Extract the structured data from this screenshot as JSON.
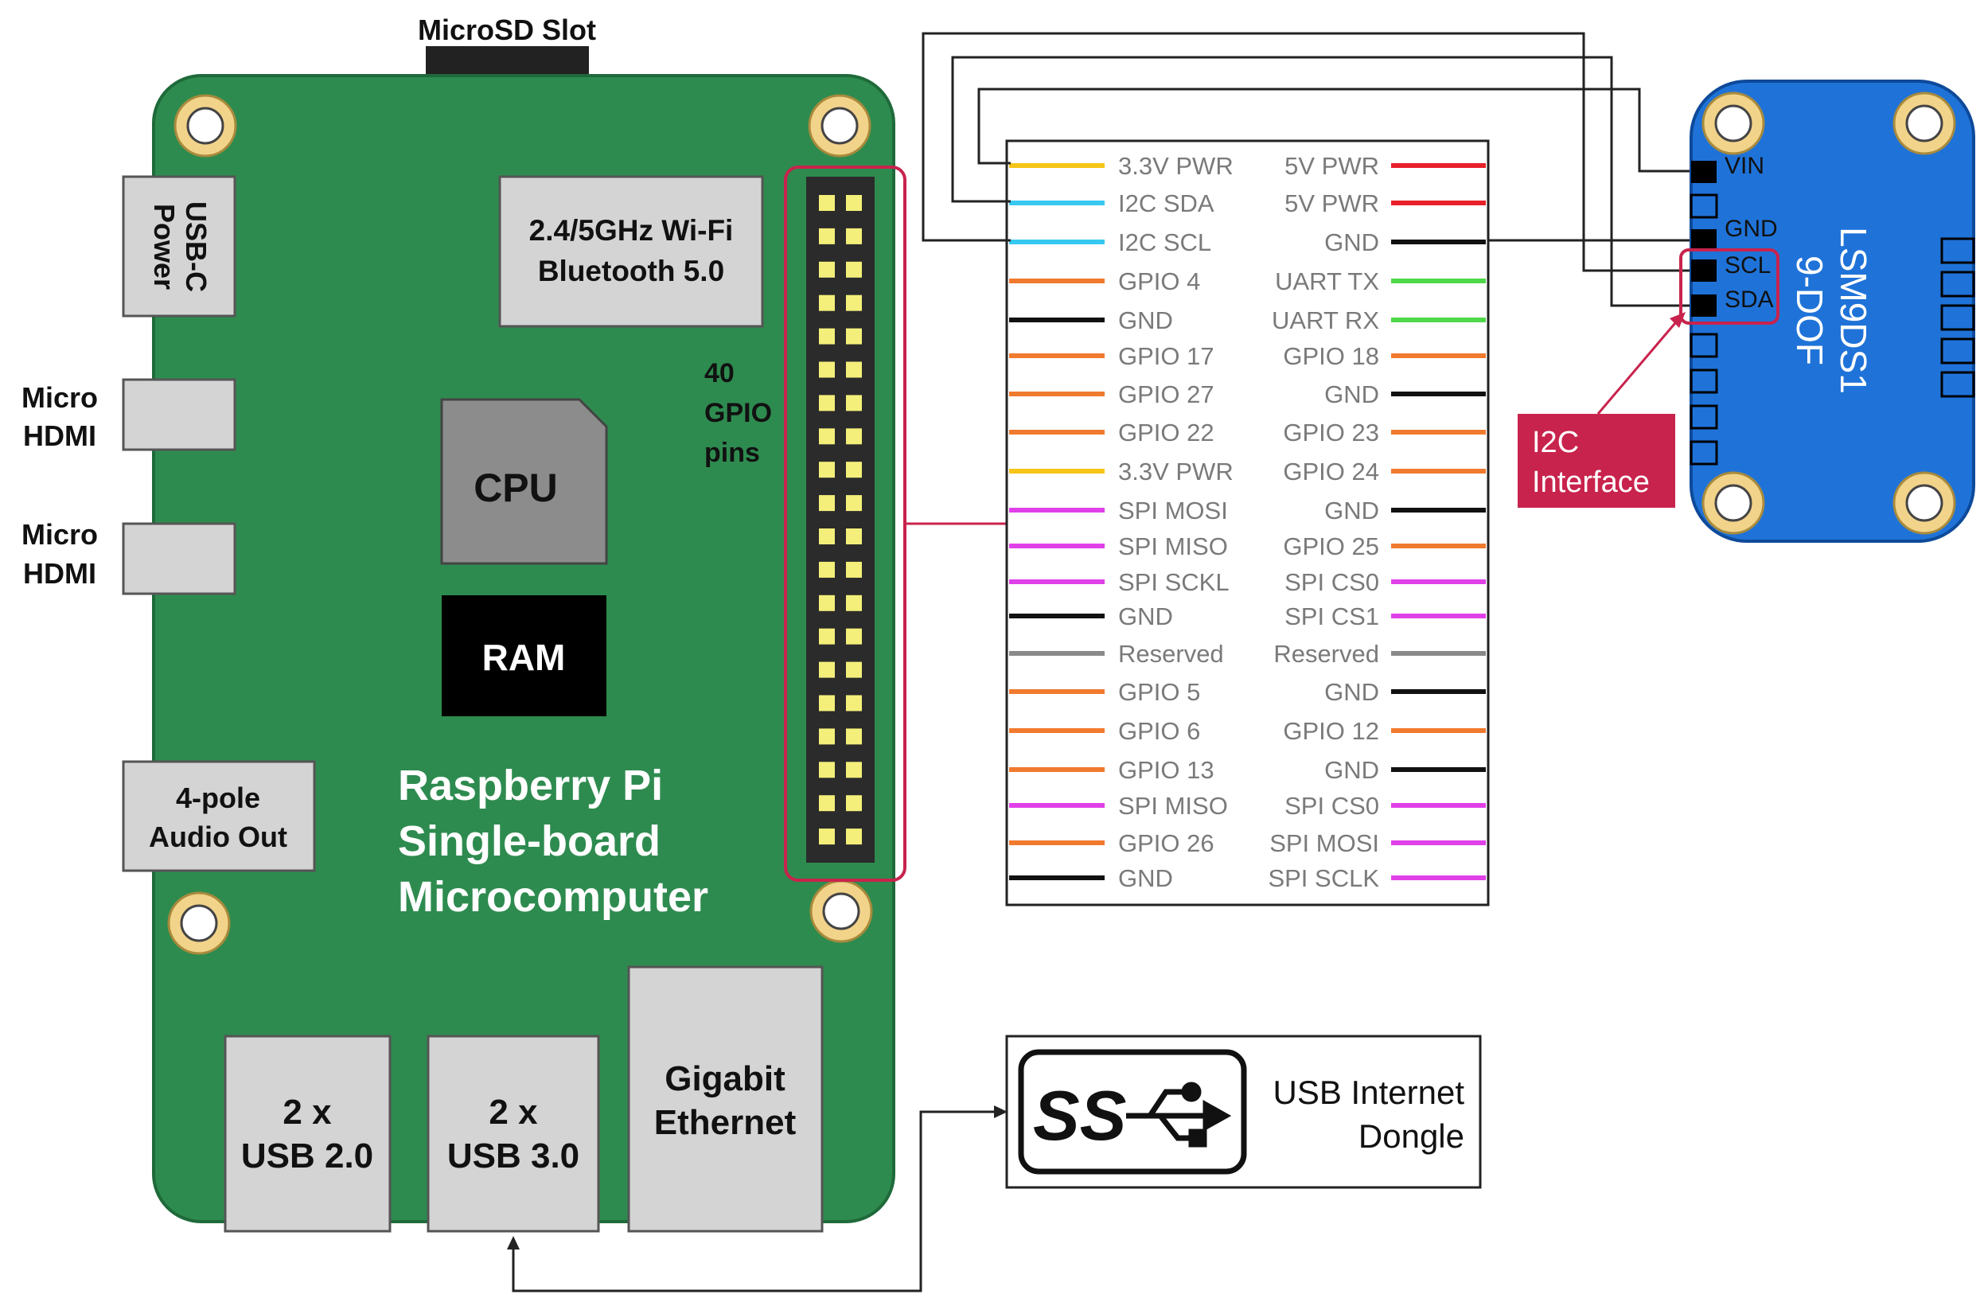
{
  "board": {
    "microsd_label": "MicroSD Slot",
    "usbc_label": [
      "USB-C",
      "Power"
    ],
    "hdmi1_label": [
      "Micro",
      "HDMI"
    ],
    "hdmi2_label": [
      "Micro",
      "HDMI"
    ],
    "audio_label": [
      "4-pole",
      "Audio Out"
    ],
    "wifi_label": [
      "2.4/5GHz Wi-Fi",
      "Bluetooth 5.0"
    ],
    "cpu_label": "CPU",
    "ram_label": "RAM",
    "gpio_label": [
      "40",
      "GPIO",
      "pins"
    ],
    "title_lines": [
      "Raspberry Pi",
      "Single-board",
      "Microcomputer"
    ],
    "usb2_label": [
      "2 x",
      "USB 2.0"
    ],
    "usb3_label": [
      "2 x",
      "USB 3.0"
    ],
    "ethernet_label": [
      "Gigabit",
      "Ethernet"
    ]
  },
  "colors": {
    "board_green": "#2e8b4f",
    "pcb_edge": "#1f6a3a",
    "port_gray": "#d4d4d4",
    "header_black": "#2b2b2b",
    "pin_yellow": "#f4ef7a",
    "highlight_red": "#c8234d",
    "sensor_blue": "#1f73d8",
    "hole_gold": "#f2d38a"
  },
  "pinout": {
    "left": [
      {
        "label": "3.3V PWR",
        "color": "#f5c518"
      },
      {
        "label": "I2C SDA",
        "color": "#37c8f0"
      },
      {
        "label": "I2C SCL",
        "color": "#37c8f0"
      },
      {
        "label": "GPIO 4",
        "color": "#f07a2e"
      },
      {
        "label": "GND",
        "color": "#111111"
      },
      {
        "label": "GPIO 17",
        "color": "#f07a2e"
      },
      {
        "label": "GPIO 27",
        "color": "#f07a2e"
      },
      {
        "label": "GPIO 22",
        "color": "#f07a2e"
      },
      {
        "label": "3.3V PWR",
        "color": "#f5c518"
      },
      {
        "label": "SPI MOSI",
        "color": "#e040e8"
      },
      {
        "label": "SPI MISO",
        "color": "#e040e8"
      },
      {
        "label": "SPI SCKL",
        "color": "#e040e8"
      },
      {
        "label": "GND",
        "color": "#111111"
      },
      {
        "label": "Reserved",
        "color": "#8a8a8a"
      },
      {
        "label": "GPIO 5",
        "color": "#f07a2e"
      },
      {
        "label": "GPIO 6",
        "color": "#f07a2e"
      },
      {
        "label": "GPIO 13",
        "color": "#f07a2e"
      },
      {
        "label": "SPI MISO",
        "color": "#e040e8"
      },
      {
        "label": "GPIO 26",
        "color": "#f07a2e"
      },
      {
        "label": "GND",
        "color": "#111111"
      }
    ],
    "right": [
      {
        "label": "5V PWR",
        "color": "#e8202a"
      },
      {
        "label": "5V PWR",
        "color": "#e8202a"
      },
      {
        "label": "GND",
        "color": "#111111"
      },
      {
        "label": "UART TX",
        "color": "#4fd84a"
      },
      {
        "label": "UART RX",
        "color": "#4fd84a"
      },
      {
        "label": "GPIO 18",
        "color": "#f07a2e"
      },
      {
        "label": "GND",
        "color": "#111111"
      },
      {
        "label": "GPIO 23",
        "color": "#f07a2e"
      },
      {
        "label": "GPIO 24",
        "color": "#f07a2e"
      },
      {
        "label": "GND",
        "color": "#111111"
      },
      {
        "label": "GPIO 25",
        "color": "#f07a2e"
      },
      {
        "label": "SPI CS0",
        "color": "#e040e8"
      },
      {
        "label": "SPI CS1",
        "color": "#e040e8"
      },
      {
        "label": "Reserved",
        "color": "#8a8a8a"
      },
      {
        "label": "GND",
        "color": "#111111"
      },
      {
        "label": "GPIO 12",
        "color": "#f07a2e"
      },
      {
        "label": "GND",
        "color": "#111111"
      },
      {
        "label": "SPI CS0",
        "color": "#e040e8"
      },
      {
        "label": "SPI MOSI",
        "color": "#e040e8"
      },
      {
        "label": "SPI SCLK",
        "color": "#e040e8"
      }
    ]
  },
  "sensor": {
    "title_lines": [
      "LSM9DS1",
      "9-DOF"
    ],
    "pins": [
      "VIN",
      "GND",
      "SCL",
      "SDA"
    ]
  },
  "i2c_callout": [
    "I2C",
    "Interface"
  ],
  "dongle": {
    "logo_text": "SS",
    "label_lines": [
      "USB Internet",
      "Dongle"
    ]
  }
}
